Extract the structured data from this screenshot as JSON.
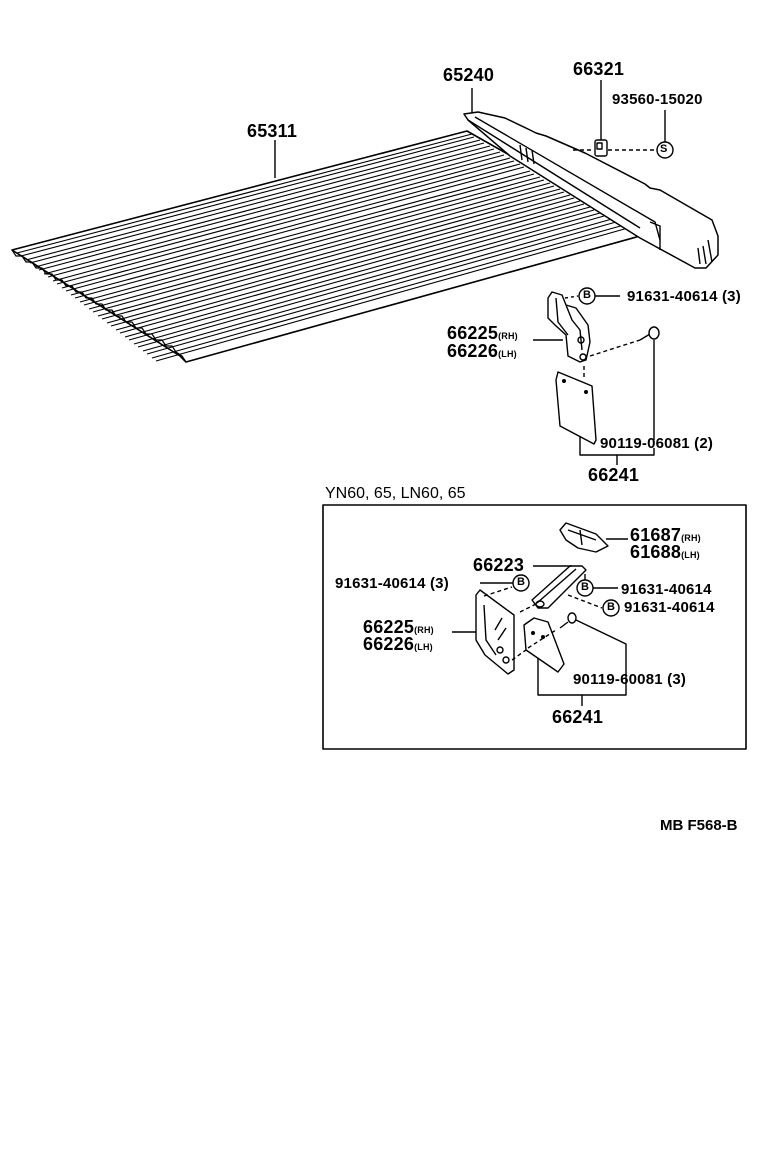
{
  "diagram": {
    "type": "exploded parts diagram",
    "subject": "rear floor panel / tailgate assembly",
    "ink_color": "#000000",
    "background": "#ffffff"
  },
  "main_parts": {
    "floor_panel": "65311",
    "rear_sill": "65240",
    "clip": "66321",
    "screw": "93560-15020",
    "screw_symbol": "S",
    "hinge_rh": "66225",
    "hinge_rh_side": "(RH)",
    "hinge_lh": "66226",
    "hinge_lh_side": "(LH)",
    "bolt_symbol": "B",
    "bolt": "91631-40614 (3)",
    "plate_bolt": "90119-06081 (2)",
    "plate": "66241"
  },
  "variant_box": {
    "title": "YN60, 65, LN60, 65",
    "bracket_rh": "61687",
    "bracket_rh_side": "(RH)",
    "bracket_lh": "61688",
    "bracket_lh_side": "(LH)",
    "stay": "66223",
    "bolt_left": "91631-40614 (3)",
    "bolt_right_1": "91631-40614",
    "bolt_right_2": "91631-40614",
    "bolt_symbol": "B",
    "hinge_rh": "66225",
    "hinge_rh_side": "(RH)",
    "hinge_lh": "66226",
    "hinge_lh_side": "(LH)",
    "plate_bolt": "90119-60081 (3)",
    "plate": "66241"
  },
  "figure_code": "MB F568-B"
}
